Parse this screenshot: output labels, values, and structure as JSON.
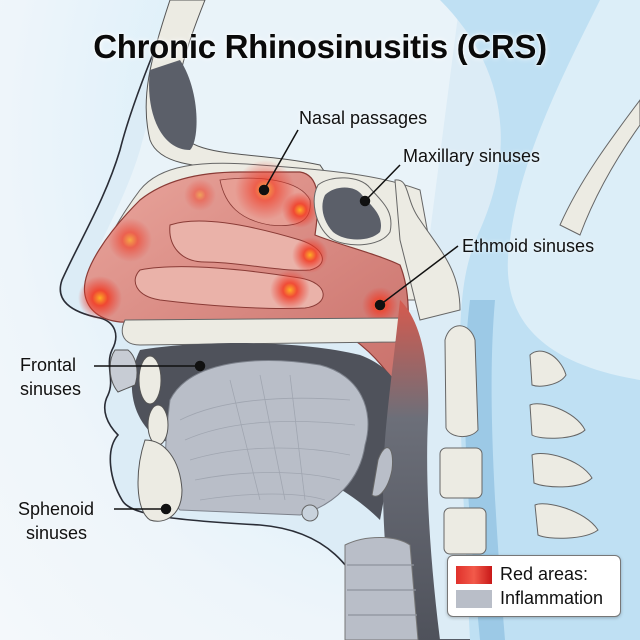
{
  "title": "Chronic Rhinosinusitis (CRS)",
  "labels": {
    "nasal_passages": "Nasal passages",
    "maxillary": "Maxillary sinuses",
    "ethmoid": "Ethmoid sinuses",
    "frontal_line1": "Frontal",
    "frontal_line2": "sinuses",
    "sphenoid_line1": "Sphenoid",
    "sphenoid_line2": "sinuses"
  },
  "legend": {
    "items": [
      {
        "label": "Red areas:",
        "color": "#e62e2e"
      },
      {
        "label": "Inflammation",
        "color": "#b9bec8"
      }
    ]
  },
  "colors": {
    "inflammation_red": "#e62e2e",
    "tissue_pink": "#d98a86",
    "bone": "#ecebe3",
    "cavity_dark": "#5a5e68",
    "muscle_gray": "#b9bec8",
    "background_blue": "#cfe8f6"
  }
}
